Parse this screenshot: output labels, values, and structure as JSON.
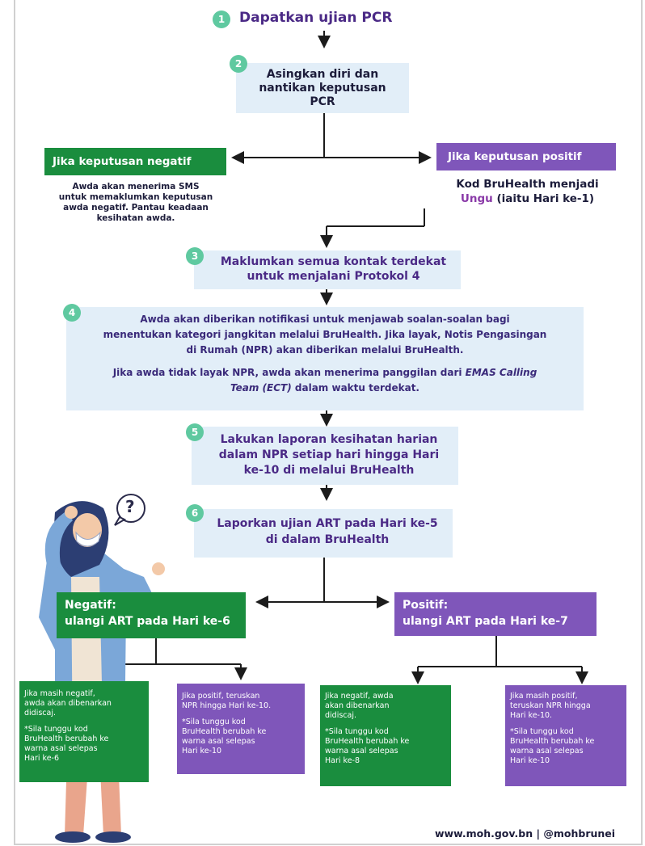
{
  "steps": {
    "s1": {
      "num": "1",
      "text": "Dapatkan ujian PCR"
    },
    "s2": {
      "num": "2",
      "line1": "Asingkan diri dan",
      "line2": "nantikan keputusan",
      "line3": "PCR"
    },
    "s3": {
      "num": "3",
      "line1": "Maklumkan semua kontak terdekat",
      "line2": "untuk menjalani Protokol 4"
    },
    "s4": {
      "num": "4",
      "line1": "Awda akan diberikan notifikasi untuk menjawab soalan-soalan bagi",
      "line2": "menentukan kategori jangkitan melalui BruHealth. Jika layak, Notis Pengasingan",
      "line3": "di Rumah (NPR) akan diberikan melalui BruHealth.",
      "line4a": "Jika awda tidak layak NPR, awda akan menerima panggilan dari ",
      "line4b": "EMAS Calling",
      "line5a": "Team (ECT)",
      "line5b": " dalam waktu terdekat."
    },
    "s5": {
      "num": "5",
      "line1": "Lakukan laporan kesihatan harian",
      "line2": "dalam NPR setiap hari hingga Hari",
      "line3": "ke-10 di melalui BruHealth"
    },
    "s6": {
      "num": "6",
      "line1": "Laporkan ujian ART pada Hari ke-5",
      "line2": "di dalam BruHealth"
    }
  },
  "pcr_negative": {
    "label": "Jika keputusan negatif",
    "line1": "Awda akan menerima SMS",
    "line2": "untuk memaklumkan keputusan",
    "line3": "awda negatif. Pantau keadaan",
    "line4": "kesihatan awda."
  },
  "pcr_positive": {
    "label": "Jika keputusan positif",
    "line1": "Kod BruHealth menjadi",
    "line2a": "Ungu",
    "line2b": " (iaitu Hari ke-1)"
  },
  "art_negative": {
    "line1": "Negatif:",
    "line2": "ulangi ART pada Hari ke-6"
  },
  "art_positive": {
    "line1": "Positif:",
    "line2": "ulangi ART pada Hari ke-7"
  },
  "outcomes": {
    "o1": {
      "l1": "Jika masih negatif,",
      "l2": "awda akan dibenarkan",
      "l3": "didiscaj.",
      "n1": "*Sila tunggu kod",
      "n2": "BruHealth berubah ke",
      "n3": "warna asal selepas",
      "n4": "Hari ke-6"
    },
    "o2": {
      "l1": "Jika positif, teruskan",
      "l2": "NPR hingga Hari ke-10.",
      "n1": "*Sila tunggu kod",
      "n2": "BruHealth berubah ke",
      "n3": "warna asal selepas",
      "n4": "Hari ke-10"
    },
    "o3": {
      "l1": "Jika negatif, awda",
      "l2": "akan dibenarkan",
      "l3": "didiscaj.",
      "n1": "*Sila tunggu kod",
      "n2": "BruHealth berubah ke",
      "n3": "warna asal selepas",
      "n4": "Hari ke-8"
    },
    "o4": {
      "l1": "Jika masih positif,",
      "l2": "teruskan NPR hingga",
      "l3": "Hari ke-10.",
      "n1": "*Sila tunggu kod",
      "n2": "BruHealth berubah ke",
      "n3": "warna asal selepas",
      "n4": "Hari ke-10"
    }
  },
  "footer": "www.moh.gov.bn | @mohbrunei",
  "speech_bubble": "?",
  "colors": {
    "green": "#1a8d3e",
    "purple": "#7f56ba",
    "accent_teal": "#5fc9a0",
    "light_blue": "#e2eef8",
    "title_purple": "#4b2a86"
  }
}
